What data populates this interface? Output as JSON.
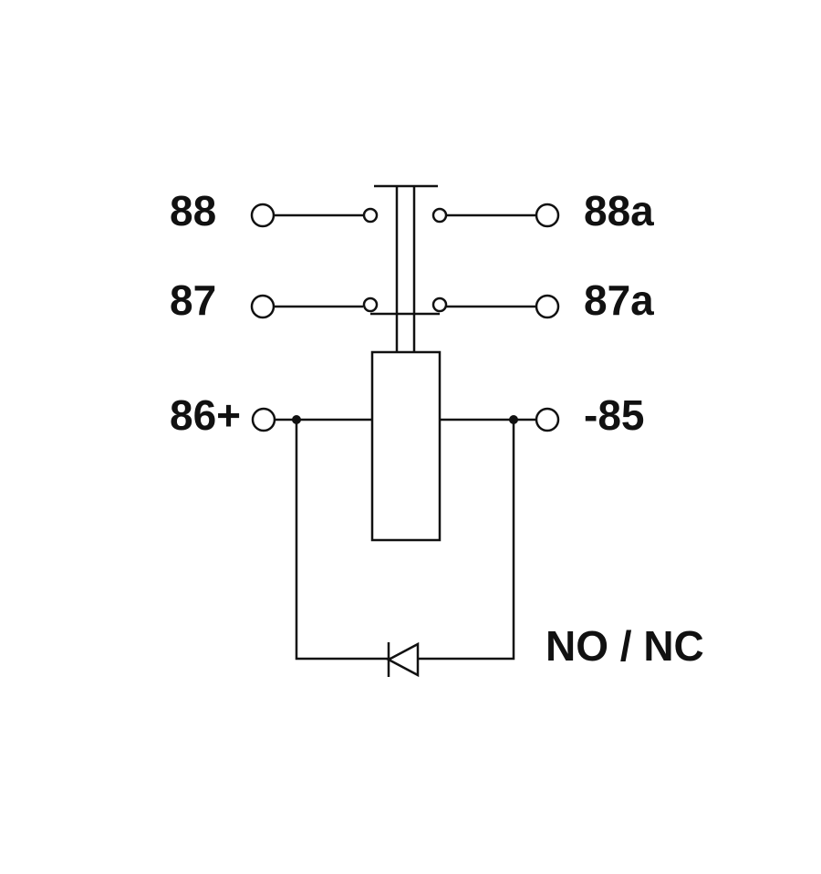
{
  "diagram": {
    "colors": {
      "line": "#111111",
      "background": "#ffffff"
    },
    "terminals": {
      "t88": "88",
      "t88a": "88a",
      "t87": "87",
      "t87a": "87a",
      "t86": "86+",
      "t85": "-85"
    },
    "caption": "NO / NC",
    "components": [
      "relay-coil",
      "switch-contact-88",
      "switch-contact-87",
      "flyback-diode"
    ]
  }
}
